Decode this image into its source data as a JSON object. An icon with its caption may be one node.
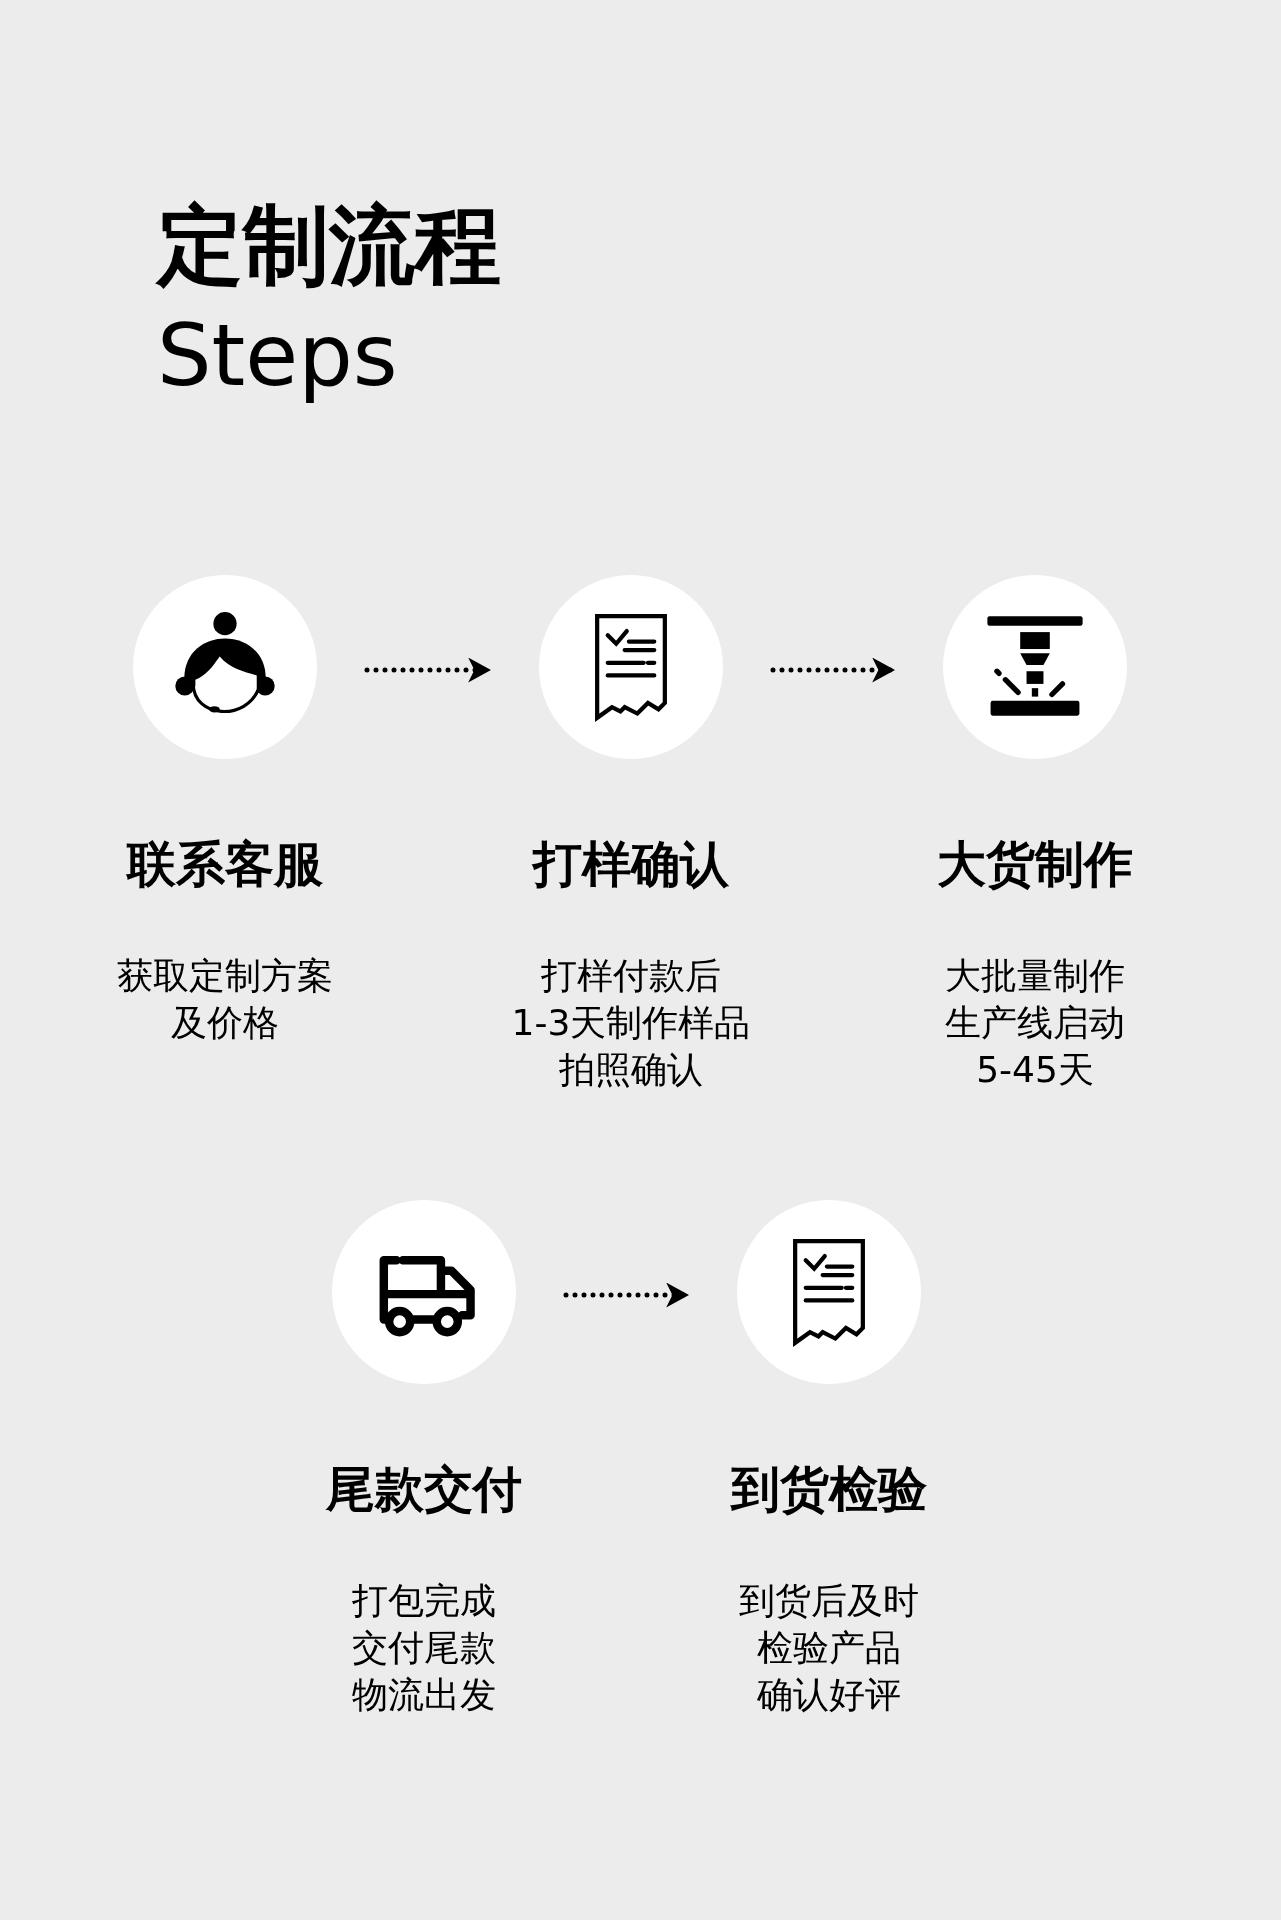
{
  "diagram": {
    "title": "定制流程",
    "nodes": [
      {
        "text": [
          "联系客服",
          "获取定制方案",
          "及价格"
        ]
      },
      {
        "text": [
          "打样确认",
          "打样付款后",
          "1-3天制作样品",
          "拍照确认"
        ]
      },
      {
        "text": [
          "大货制作",
          "大批量制作",
          "生产线启动",
          "5-45天"
        ]
      },
      {
        "text": [
          "尾款交付",
          "打包完成",
          "交付尾款",
          "物流出发"
        ]
      },
      {
        "text": [
          "到货检验",
          "到货后及时",
          "检验产品",
          "确认好评"
        ]
      }
    ],
    "edges": [
      {
        "from": 0,
        "to": 1,
        "arrow": "to"
      },
      {
        "from": 1,
        "to": 2,
        "arrow": "to"
      },
      {
        "from": 3,
        "to": 4,
        "arrow": "to"
      }
    ],
    "labels": [
      "Steps"
    ]
  }
}
